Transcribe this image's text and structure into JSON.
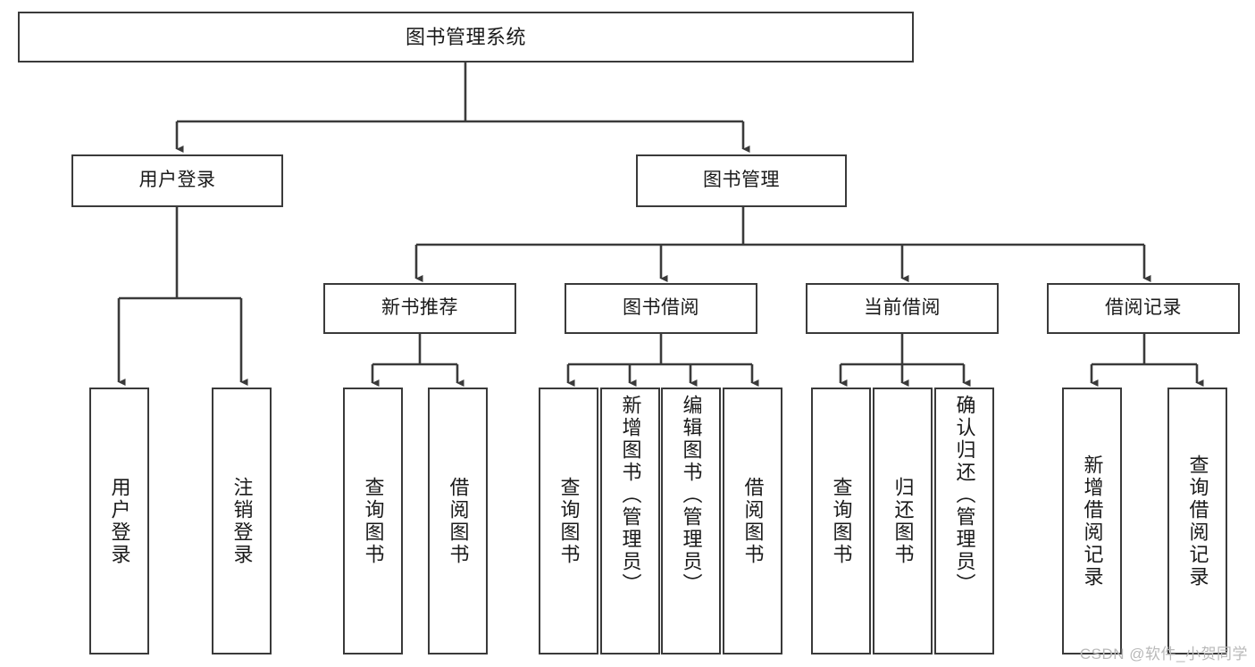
{
  "diagram": {
    "title": "图书管理系统",
    "type": "tree-hierarchy-chart",
    "watermark": "CSDN @软件_小贺同学",
    "colors": {
      "box_border": "#3a3a3a",
      "box_fill": "#ffffff",
      "edge": "#3a3a3a",
      "text": "#1a1a1a",
      "watermark": "#b9b9b9"
    },
    "nodes": {
      "root": {
        "label": "图书管理系统"
      },
      "level2": [
        {
          "label": "用户登录"
        },
        {
          "label": "图书管理"
        }
      ],
      "level3": [
        {
          "label": "新书推荐"
        },
        {
          "label": "图书借阅"
        },
        {
          "label": "当前借阅"
        },
        {
          "label": "借阅记录"
        }
      ],
      "leaves": {
        "user_login": [
          {
            "label": "用户登录"
          },
          {
            "label": "注销登录"
          }
        ],
        "new_book_recommend": [
          {
            "label": "查询图书"
          },
          {
            "label": "借阅图书"
          }
        ],
        "book_borrow": [
          {
            "label": "查询图书"
          },
          {
            "label": "新增图书（管理员）"
          },
          {
            "label": "编辑图书（管理员）"
          },
          {
            "label": "借阅图书"
          }
        ],
        "current_borrow": [
          {
            "label": "查询图书"
          },
          {
            "label": "归还图书"
          },
          {
            "label": "确认归还（管理员）"
          }
        ],
        "borrow_records": [
          {
            "label": "新增借阅记录"
          },
          {
            "label": "查询借阅记录"
          }
        ]
      }
    }
  }
}
